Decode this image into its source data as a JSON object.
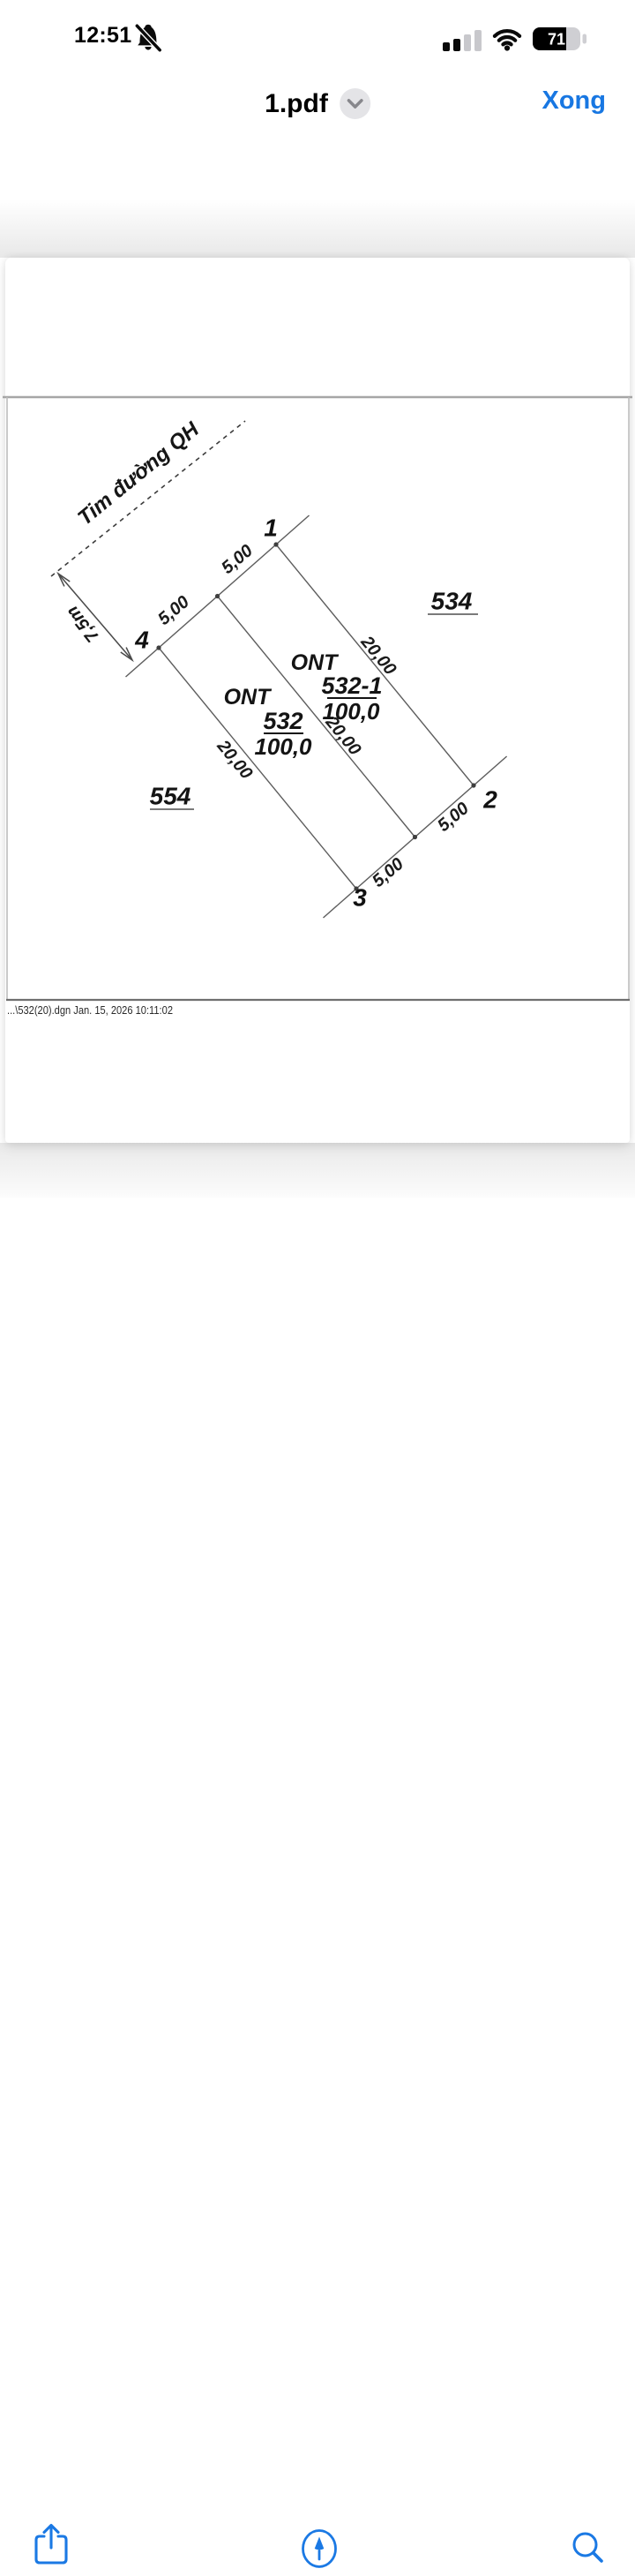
{
  "status": {
    "time": "12:51",
    "battery": "71"
  },
  "nav": {
    "title": "1.pdf",
    "done": "Xong"
  },
  "drawing": {
    "road_label": "Tim đường QH",
    "road_width": "7,5m",
    "corners": {
      "c1": "1",
      "c2": "2",
      "c3": "3",
      "c4": "4"
    },
    "dim_side": "5,00",
    "dim_depth": "20,00",
    "parcels": [
      {
        "landuse": "ONT",
        "number": "532",
        "area": "100,0"
      },
      {
        "landuse": "ONT",
        "number": "532-1",
        "area": "100,0"
      }
    ],
    "neighbor_right": "534",
    "neighbor_left": "554",
    "footer": "...\\532(20).dgn  Jan. 15, 2026  10:11:02"
  },
  "icons": {
    "status_left": [
      "notifications-silenced-icon"
    ],
    "status_right": [
      "cellular-signal-icon",
      "wifi-icon",
      "battery-icon"
    ],
    "nav": [
      "chevron-down-icon"
    ],
    "toolbar": [
      "share-icon",
      "markup-icon",
      "search-icon"
    ]
  },
  "colors": {
    "accent_blue": "#1877e2",
    "line_gray": "#5d5d5d",
    "ink": "#141414"
  }
}
